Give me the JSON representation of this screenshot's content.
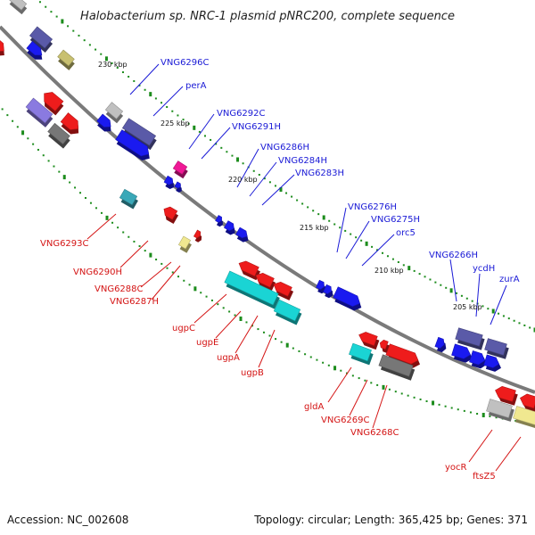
{
  "title": "Halobacterium sp. NRC-1 plasmid pNRC200, complete sequence",
  "footer": {
    "accession": "Accession: NC_002608",
    "summary": "Topology: circular; Length: 365,425 bp; Genes: 371"
  },
  "colors": {
    "backbone": "#7a7a7a",
    "blue_gene": "#1a1af0",
    "red_gene": "#ee1c1c",
    "purple_gene": "#5a5aa8",
    "light_purple_gene": "#8a7ae0",
    "cyan_gene": "#1ad4d4",
    "teal_gene": "#3aa8b8",
    "gray_gene": "#777777",
    "light_gray_gene": "#c0c0c0",
    "olive_gene": "#c8c070",
    "yellow_gene": "#f0e890",
    "magenta_gene": "#f01896",
    "tick_green": "#1c8c1c",
    "label_blue": "#1a1ad6",
    "label_red": "#d41414"
  },
  "ticks": [
    "230 kbp",
    "225 kbp",
    "220 kbp",
    "215 kbp",
    "210 kbp",
    "205 kbp"
  ],
  "labels_outer": [
    "VNG6296C",
    "perA",
    "VNG6292C",
    "VNG6291H",
    "VNG6286H",
    "VNG6284H",
    "VNG6283H",
    "VNG6276H",
    "VNG6275H",
    "orc5",
    "VNG6266H",
    "ycdH",
    "zurA"
  ],
  "labels_inner": [
    "VNG6293C",
    "VNG6290H",
    "VNG6288C",
    "VNG6287H",
    "ugpC",
    "ugpE",
    "ugpA",
    "ugpB",
    "gldA",
    "VNG6269C",
    "VNG6268C",
    "yocR",
    "ftsZ5"
  ]
}
